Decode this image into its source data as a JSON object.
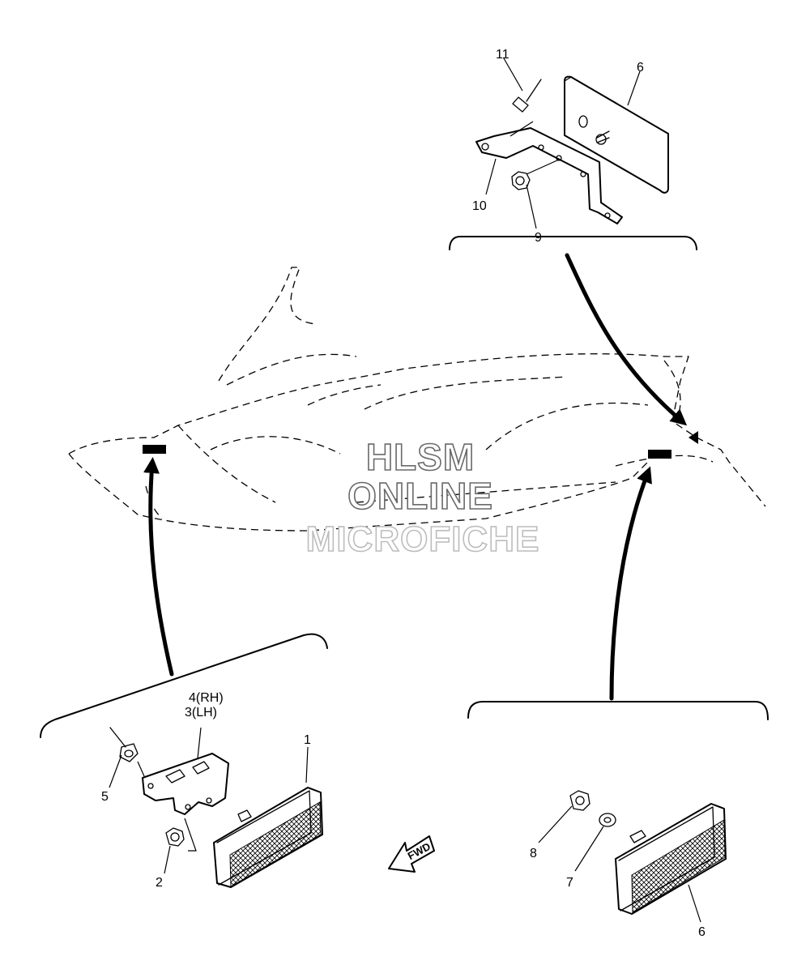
{
  "callouts": {
    "c1": "1",
    "c2": "2",
    "c3_4": [
      "4(RH)",
      "3(LH)"
    ],
    "c5": "5",
    "c6_top": "6",
    "c6_bottom": "6",
    "c7": "7",
    "c8": "8",
    "c9": "9",
    "c10": "10",
    "c11": "11"
  },
  "direction_label": "FWD",
  "watermark": {
    "line1": "HLSM",
    "line2": "ONLINE",
    "line3": "MICROFICHE"
  },
  "colors": {
    "ink": "#000000",
    "watermark_outline": "#6a6a6a",
    "watermark_light": "#bdbdbd"
  }
}
